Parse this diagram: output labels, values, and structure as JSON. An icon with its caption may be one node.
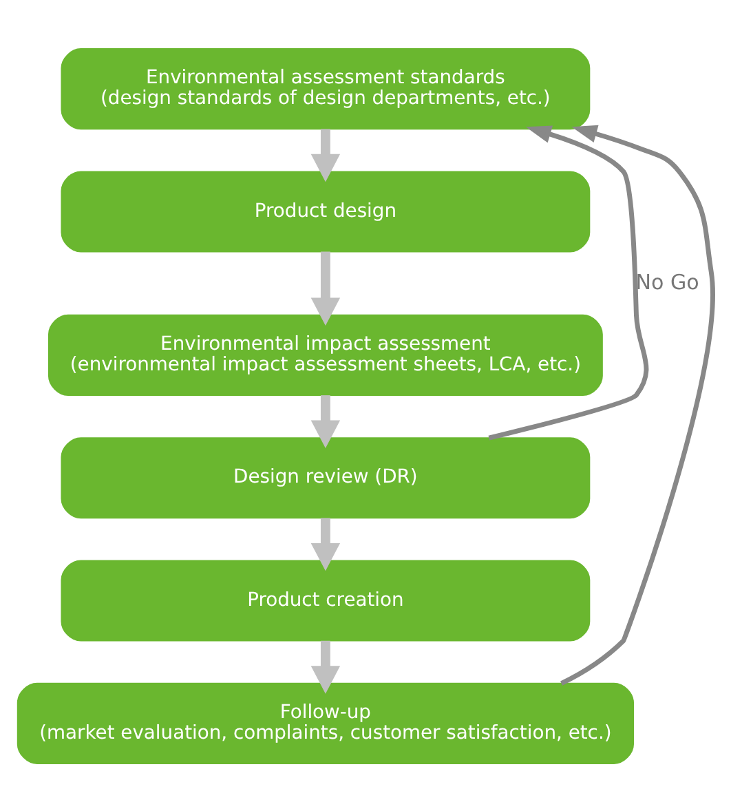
{
  "diagram": {
    "nodes": [
      {
        "text": [
          "Environmental assessment standards",
          "(design standards of design departments, etc.)"
        ]
      },
      {
        "text": [
          "Product design"
        ]
      },
      {
        "text": [
          "Environmental impact assessment",
          "(environmental impact assessment sheets, LCA, etc.)"
        ]
      },
      {
        "text": [
          "Design review (DR)"
        ]
      },
      {
        "text": [
          "Product creation"
        ]
      },
      {
        "text": [
          "Follow-up",
          "(market evaluation, complaints, customer satisfaction, etc.)"
        ]
      }
    ],
    "edges": [
      {
        "from": 0,
        "to": 1,
        "arrow": "to"
      },
      {
        "from": 1,
        "to": 2,
        "arrow": "to"
      },
      {
        "from": 2,
        "to": 3,
        "arrow": "to"
      },
      {
        "from": 3,
        "to": 4,
        "arrow": "to"
      },
      {
        "from": 4,
        "to": 5,
        "arrow": "to"
      },
      {
        "from": 3,
        "to": 0,
        "arrow": "to",
        "label": "No Go",
        "color": "#888888"
      },
      {
        "from": 5,
        "to": 0,
        "arrow": "to",
        "color": "#888888"
      }
    ]
  }
}
